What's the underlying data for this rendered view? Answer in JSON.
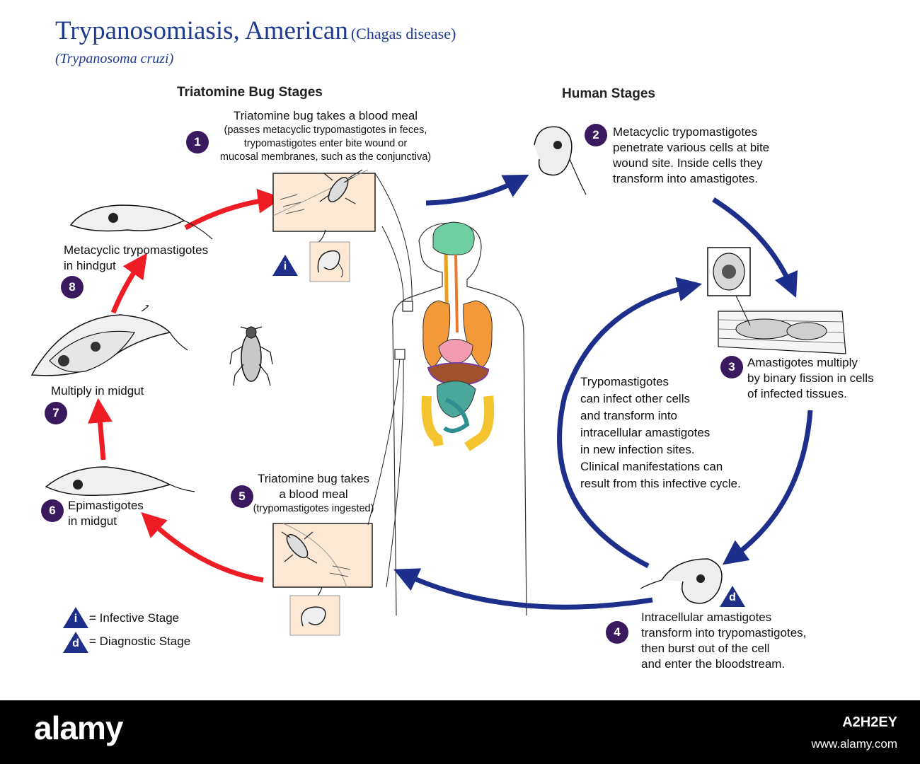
{
  "title": {
    "main": "Trypanosomiasis, American",
    "paren": "(Chagas disease)"
  },
  "subtitle": "(Trypanosoma cruzi)",
  "headings": {
    "bug": "Triatomine Bug Stages",
    "human": "Human Stages"
  },
  "steps": {
    "s1": {
      "num": "1",
      "head": "Triatomine bug takes a blood meal",
      "lines": [
        "(passes metacyclic trypomastigotes in feces,",
        "trypomastigotes enter bite wound or",
        "mucosal membranes, such as the conjunctiva)"
      ]
    },
    "s2": {
      "num": "2",
      "lines": [
        "Metacyclic trypomastigotes",
        "penetrate various cells at bite",
        "wound site.  Inside cells they",
        "transform into amastigotes."
      ]
    },
    "s3": {
      "num": "3",
      "lines": [
        "Amastigotes multiply",
        "by binary fission in cells",
        "of infected tissues."
      ]
    },
    "s4": {
      "num": "4",
      "lines": [
        "Intracellular amastigotes",
        "transform into trypomastigotes,",
        "then burst out of the cell",
        "and enter the bloodstream."
      ]
    },
    "s5": {
      "num": "5",
      "lines": [
        "Triatomine bug takes",
        "a blood meal"
      ],
      "note": "(trypomastigotes ingested)"
    },
    "s6": {
      "num": "6",
      "lines": [
        "Epimastigotes",
        "in midgut"
      ]
    },
    "s7": {
      "num": "7",
      "lines": [
        "Multiply in midgut"
      ]
    },
    "s8": {
      "num": "8",
      "lines": [
        "Metacyclic trypomastigotes",
        "in hindgut"
      ]
    }
  },
  "center_text": [
    "Trypomastigotes",
    "can infect other cells",
    "and transform into",
    "intracellular amastigotes",
    "in new infection sites.",
    "Clinical manifestations can",
    "result from this infective cycle."
  ],
  "markers": {
    "infective": "i",
    "diagnostic": "d"
  },
  "legend": {
    "infective": "= Infective Stage",
    "diagnostic": "= Diagnostic Stage"
  },
  "colors": {
    "title": "#1f3b8f",
    "badge": "#3a1a5e",
    "human_arrow": "#1d2f8a",
    "bug_arrow": "#ee1c24"
  },
  "footer": {
    "logo": "alamy",
    "image_id": "A2H2EY",
    "site": "www.alamy.com"
  }
}
